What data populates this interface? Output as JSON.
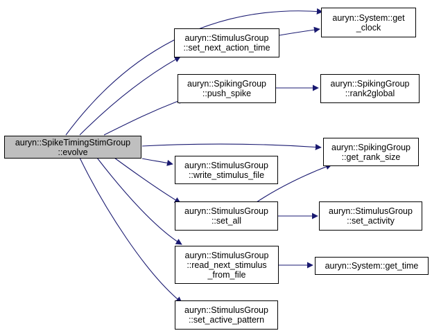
{
  "colors": {
    "edge": "#191970",
    "root_fill": "#bfbfbf",
    "node_fill": "#ffffff",
    "border": "#000000"
  },
  "nodes": {
    "root": {
      "lines": [
        "auryn::SpikeTimingStimGroup",
        "::evolve"
      ]
    },
    "system_get_clock": {
      "lines": [
        "auryn::System::get",
        "_clock"
      ]
    },
    "set_next_action_time": {
      "lines": [
        "auryn::StimulusGroup",
        "::set_next_action_time"
      ]
    },
    "push_spike": {
      "lines": [
        "auryn::SpikingGroup",
        "::push_spike"
      ]
    },
    "rank2global": {
      "lines": [
        "auryn::SpikingGroup",
        "::rank2global"
      ]
    },
    "get_rank_size": {
      "lines": [
        "auryn::SpikingGroup",
        "::get_rank_size"
      ]
    },
    "write_stimulus_file": {
      "lines": [
        "auryn::StimulusGroup",
        "::write_stimulus_file"
      ]
    },
    "set_all": {
      "lines": [
        "auryn::StimulusGroup",
        "::set_all"
      ]
    },
    "set_activity": {
      "lines": [
        "auryn::StimulusGroup",
        "::set_activity"
      ]
    },
    "read_next_stimulus_from_file": {
      "lines": [
        "auryn::StimulusGroup",
        "::read_next_stimulus",
        "_from_file"
      ]
    },
    "system_get_time": {
      "lines": [
        "auryn::System::get_time"
      ]
    },
    "set_active_pattern": {
      "lines": [
        "auryn::StimulusGroup",
        "::set_active_pattern"
      ]
    }
  }
}
